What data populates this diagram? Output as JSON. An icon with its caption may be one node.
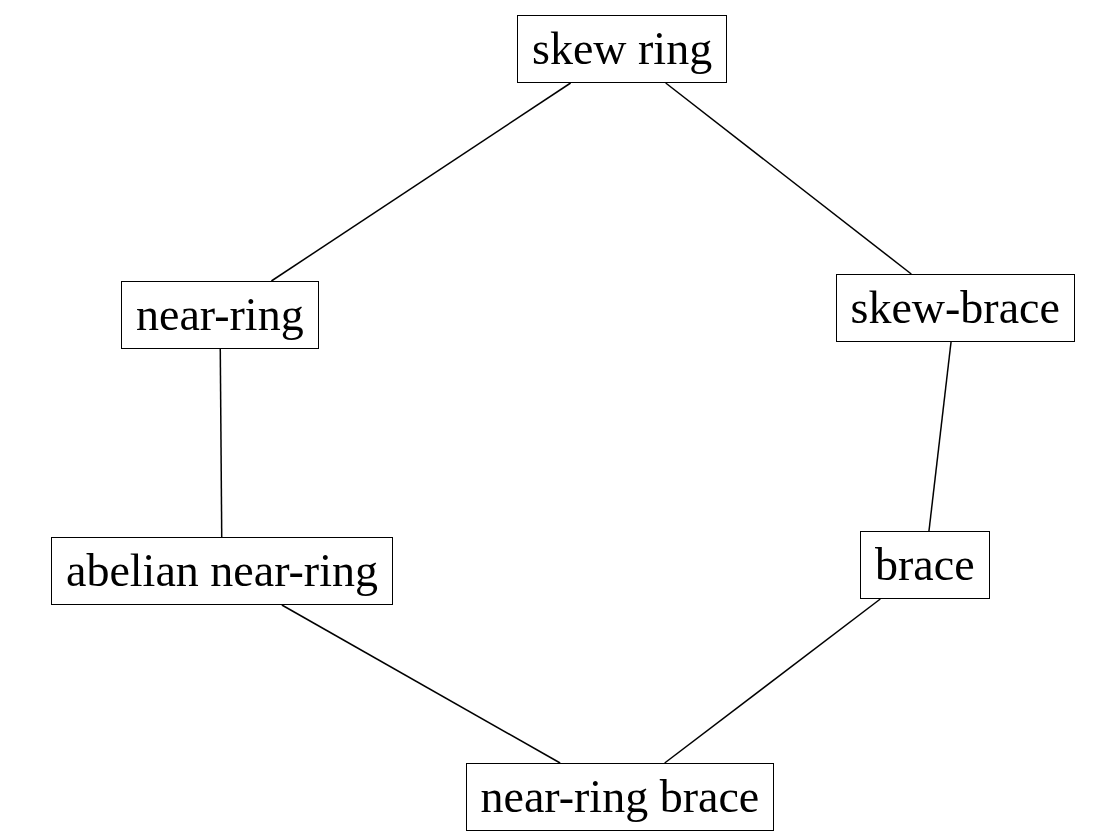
{
  "diagram": {
    "nodes": [
      {
        "text": [
          "skew ring"
        ]
      },
      {
        "text": [
          "near-ring"
        ]
      },
      {
        "text": [
          "skew-brace"
        ]
      },
      {
        "text": [
          "abelian near-ring"
        ]
      },
      {
        "text": [
          "brace"
        ]
      },
      {
        "text": [
          "near-ring brace"
        ]
      }
    ],
    "edges": [
      {
        "from": 0,
        "to": 1,
        "arrow": "none"
      },
      {
        "from": 0,
        "to": 2,
        "arrow": "none"
      },
      {
        "from": 1,
        "to": 3,
        "arrow": "none"
      },
      {
        "from": 2,
        "to": 4,
        "arrow": "none"
      },
      {
        "from": 3,
        "to": 5,
        "arrow": "none"
      },
      {
        "from": 4,
        "to": 5,
        "arrow": "none"
      }
    ]
  }
}
